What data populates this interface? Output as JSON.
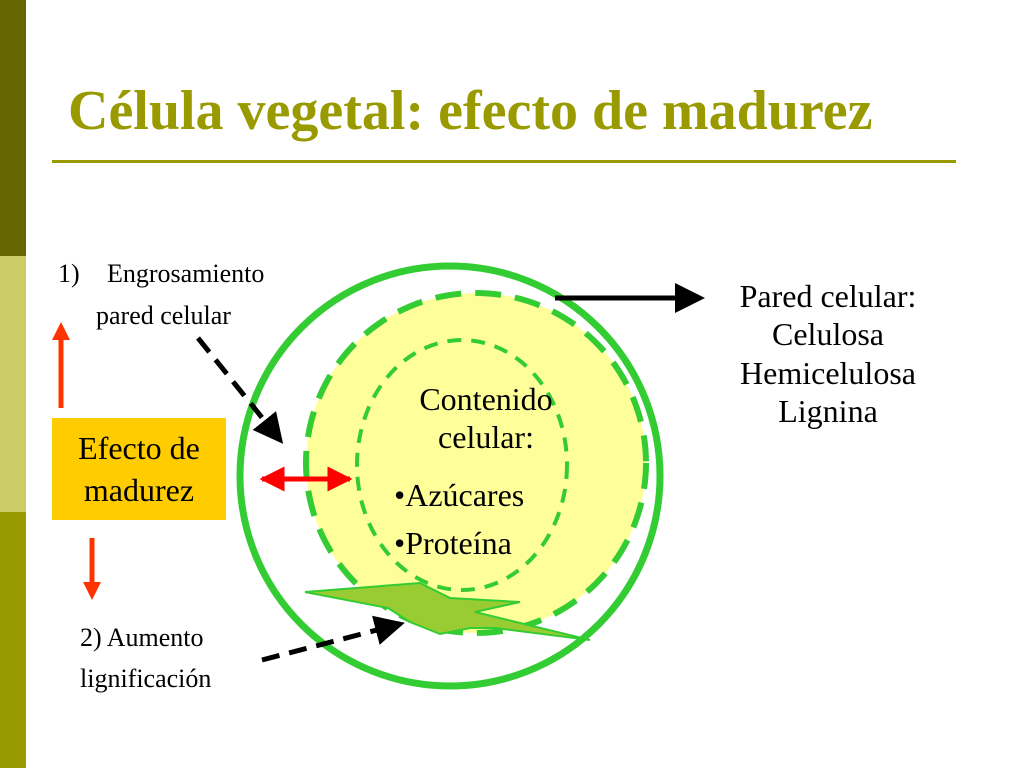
{
  "slide": {
    "title": "Célula vegetal: efecto de madurez"
  },
  "labels": {
    "step1_number": "1)",
    "step1_line1": "Engrosamiento",
    "step1_line2": "pared celular",
    "step2_line1": "2) Aumento",
    "step2_line2": "lignificación",
    "effect_line1": "Efecto de",
    "effect_line2": "madurez",
    "wall_line1": "Pared celular:",
    "wall_line2": "Celulosa",
    "wall_line3": "Hemicelulosa",
    "wall_line4": "Lignina",
    "content_line1": "Contenido",
    "content_line2": "celular:",
    "content_item1": "•Azúcares",
    "content_item2": "•Proteína"
  },
  "colors": {
    "title": "#999900",
    "sidebar_dark": "#666600",
    "sidebar_light": "#cccc66",
    "sidebar_mid": "#999900",
    "rule": "#999900",
    "cell_outline": "#33cc33",
    "cell_fill": "#ffff99",
    "effect_box": "#ffcc00",
    "red_arrow": "#ff3300",
    "double_arrow": "#ff0000",
    "lightning": "#99cc33",
    "black": "#000000"
  }
}
